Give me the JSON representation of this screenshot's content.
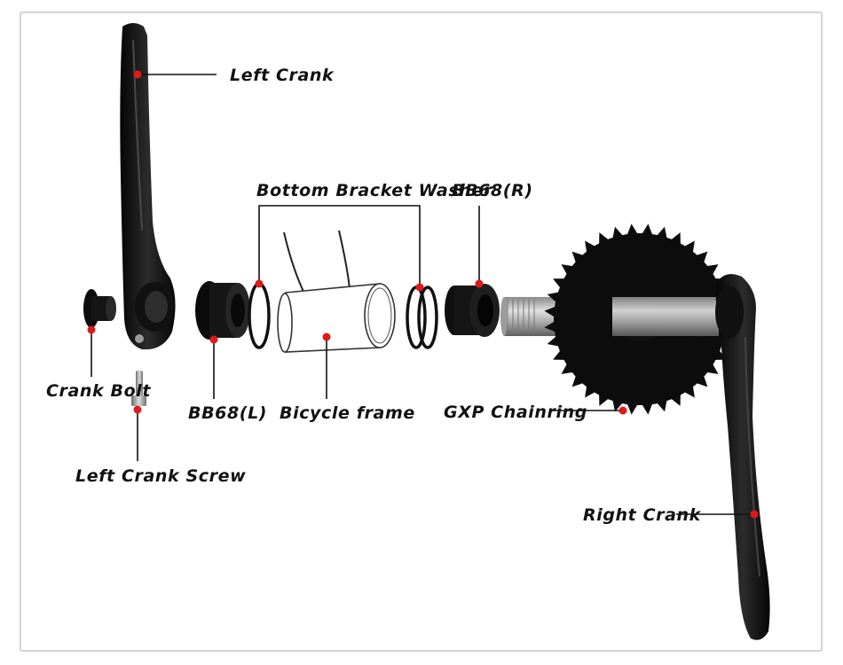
{
  "labels": {
    "left_crank": "Left Crank",
    "bottom_bracket_washer": "Bottom Bracket Washer",
    "bb68_r": "BB68(R)",
    "crank_bolt": "Crank Bolt",
    "bb68_l": "BB68(L)",
    "bicycle_frame": "Bicycle frame",
    "gxp_chainring": "GXP Chainring",
    "left_crank_screw": "Left Crank Screw",
    "right_crank": "Right Crank"
  },
  "colors": {
    "marker": "#e01919",
    "part": "#0d0d0d",
    "part_highlight": "#3a3a3a",
    "spindle": "#b9b9b9",
    "frame_border": "#d4d4d4"
  }
}
